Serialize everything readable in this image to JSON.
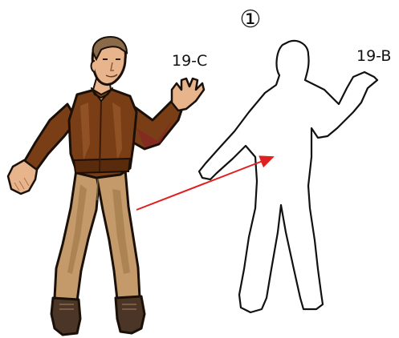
{
  "step": {
    "number_glyph": "①"
  },
  "figures": {
    "source": {
      "label": "19-C",
      "colors": {
        "jacket": "#7a3e16",
        "jacket_shadow": "#5a2a0c",
        "jacket_hi": "#9a5a2c",
        "pants": "#c49a6a",
        "pants_shadow": "#a37a4c",
        "skin": "#e8b48c",
        "hair": "#8a6a48",
        "shoes": "#4a3526",
        "shirt": "#f4f1ea",
        "outline": "#1a1008"
      }
    },
    "target": {
      "label": "19-B",
      "colors": {
        "fill": "#ffffff",
        "outline": "#111111"
      }
    }
  },
  "arrow": {
    "color": "#e02020"
  }
}
